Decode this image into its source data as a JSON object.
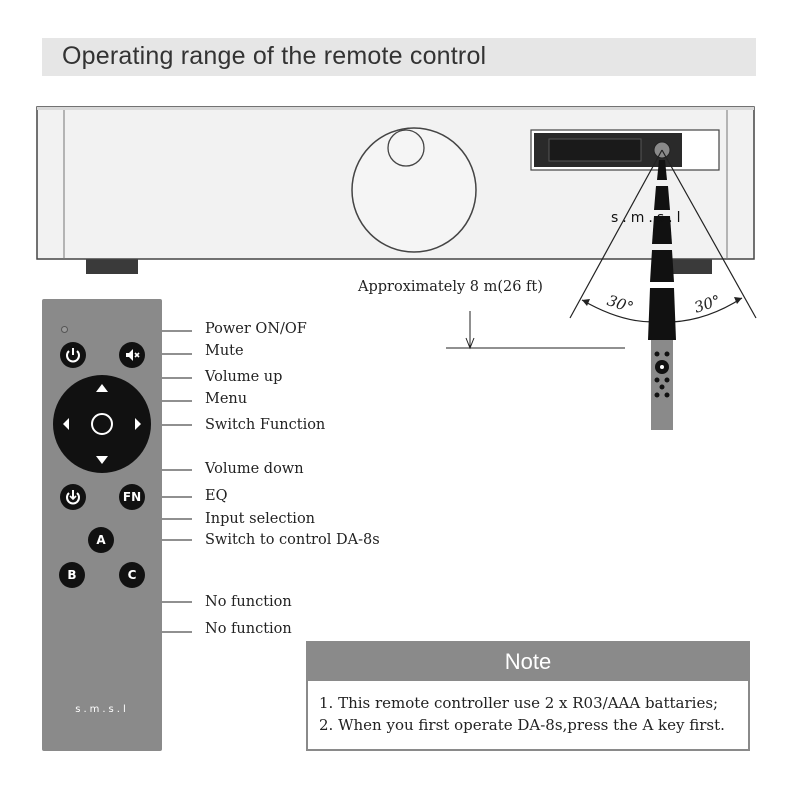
{
  "title": "Operating range of the remote control",
  "device": {
    "logo": "s.m.s.l"
  },
  "range": {
    "distance_label": "Approximately 8 m(26 ft)",
    "angle_left": "30°",
    "angle_right": "30°"
  },
  "remote": {
    "logo": "s.m.s.l",
    "buttons": {
      "fn": "FN",
      "a": "A",
      "b": "B",
      "c": "C"
    }
  },
  "labels": {
    "power": "Power ON/OF",
    "mute": "Mute",
    "volume_up": "Volume up",
    "menu": "Menu",
    "switch_function": "Switch Function",
    "volume_down": "Volume down",
    "eq": "EQ",
    "input_selection": "Input selection",
    "switch_da8s": "Switch to control DA-8s",
    "no_function_1": "No function",
    "no_function_2": "No function"
  },
  "note": {
    "heading": "Note",
    "lines": [
      "1. This remote controller use 2 x R03/AAA battaries;",
      "2. When you first operate DA-8s,press the A key first."
    ]
  }
}
